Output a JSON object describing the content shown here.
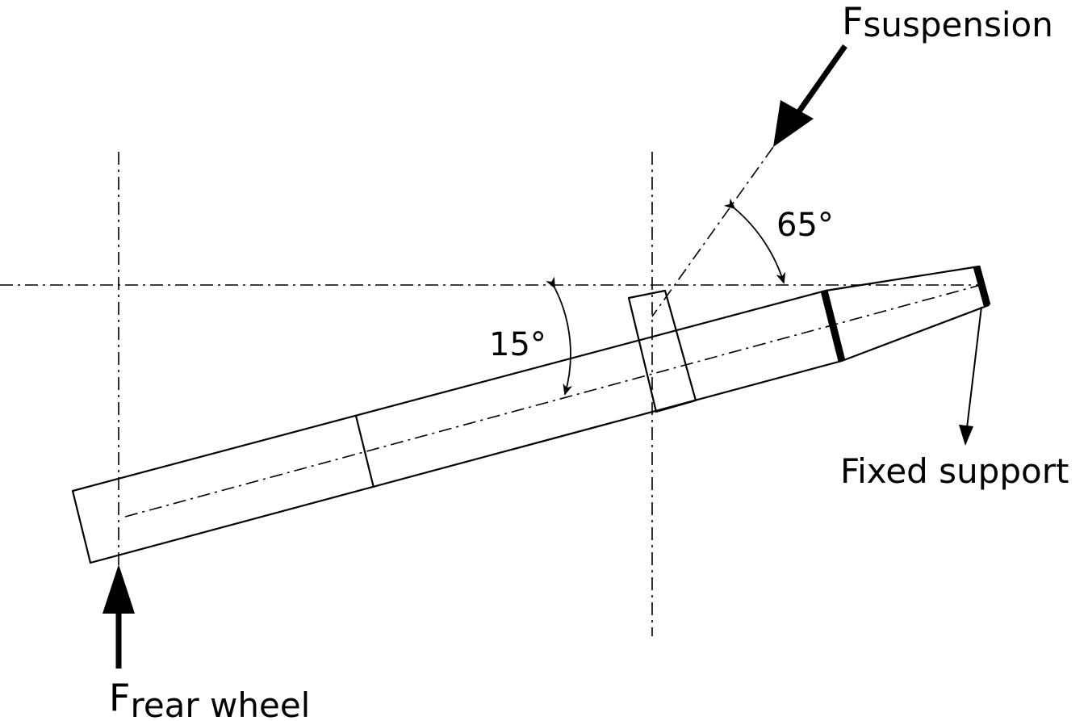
{
  "labels": {
    "force_suspension_main": "F",
    "force_suspension_sub": "suspension",
    "force_rear_main": "F",
    "force_rear_sub": "rear wheel",
    "fixed_support": "Fixed support",
    "angle_small": "15°",
    "angle_large": "65°"
  },
  "colors": {
    "line": "#000000",
    "background": "#ffffff"
  }
}
